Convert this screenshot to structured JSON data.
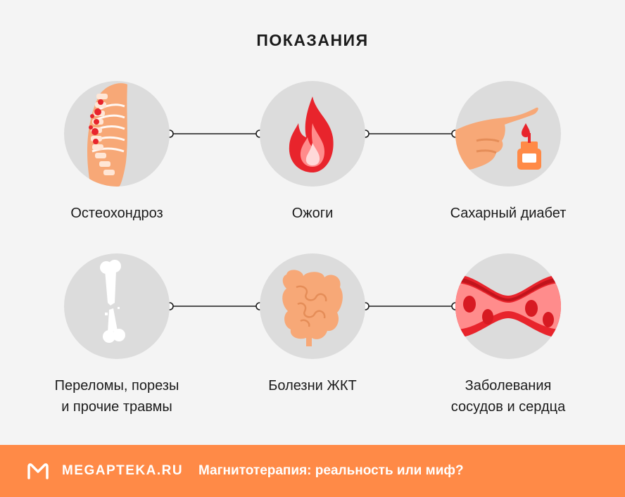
{
  "title": "ПОКАЗАНИЯ",
  "items": [
    {
      "label_lines": [
        "Остеохондроз"
      ],
      "icon": "spine-icon"
    },
    {
      "label_lines": [
        "Ожоги"
      ],
      "icon": "fire-icon"
    },
    {
      "label_lines": [
        "Сахарный диабет"
      ],
      "icon": "blood-glucose-test-icon"
    },
    {
      "label_lines": [
        "Переломы, порезы",
        "и прочие травмы"
      ],
      "icon": "broken-bone-icon"
    },
    {
      "label_lines": [
        "Болезни ЖКТ"
      ],
      "icon": "intestines-icon"
    },
    {
      "label_lines": [
        "Заболевания",
        "сосудов и сердца"
      ],
      "icon": "blood-vessel-icon"
    }
  ],
  "footer": {
    "brand": "MEGAPTEKA.RU",
    "article_title": "Магнитотерапия: реальность или миф?",
    "logo_icon": "megapteka-logo-icon"
  },
  "colors": {
    "background": "#f4f4f4",
    "circle": "#dcdcdc",
    "footer": "#ff8a47",
    "accent_red": "#e8242c",
    "skin": "#f7a877"
  }
}
